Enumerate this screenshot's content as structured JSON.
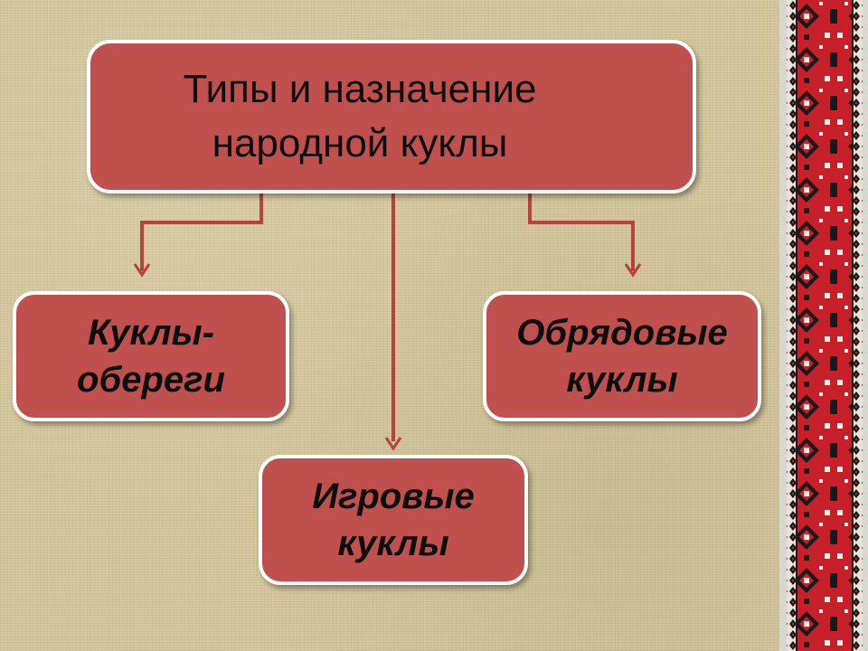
{
  "diagram": {
    "title": "Типы и назначение\nнародной куклы",
    "nodes": {
      "left": "Куклы-\nобереги",
      "right": "Обрядовые\nкуклы",
      "bottom": "Игровые\nкуклы"
    }
  },
  "colors": {
    "node_fill": "#c0504d",
    "node_border": "#ffffff",
    "connector": "#b8423f",
    "ornament_red": "#c8202a",
    "ornament_dark": "#1a1a1a",
    "background": "#d5c79c"
  }
}
